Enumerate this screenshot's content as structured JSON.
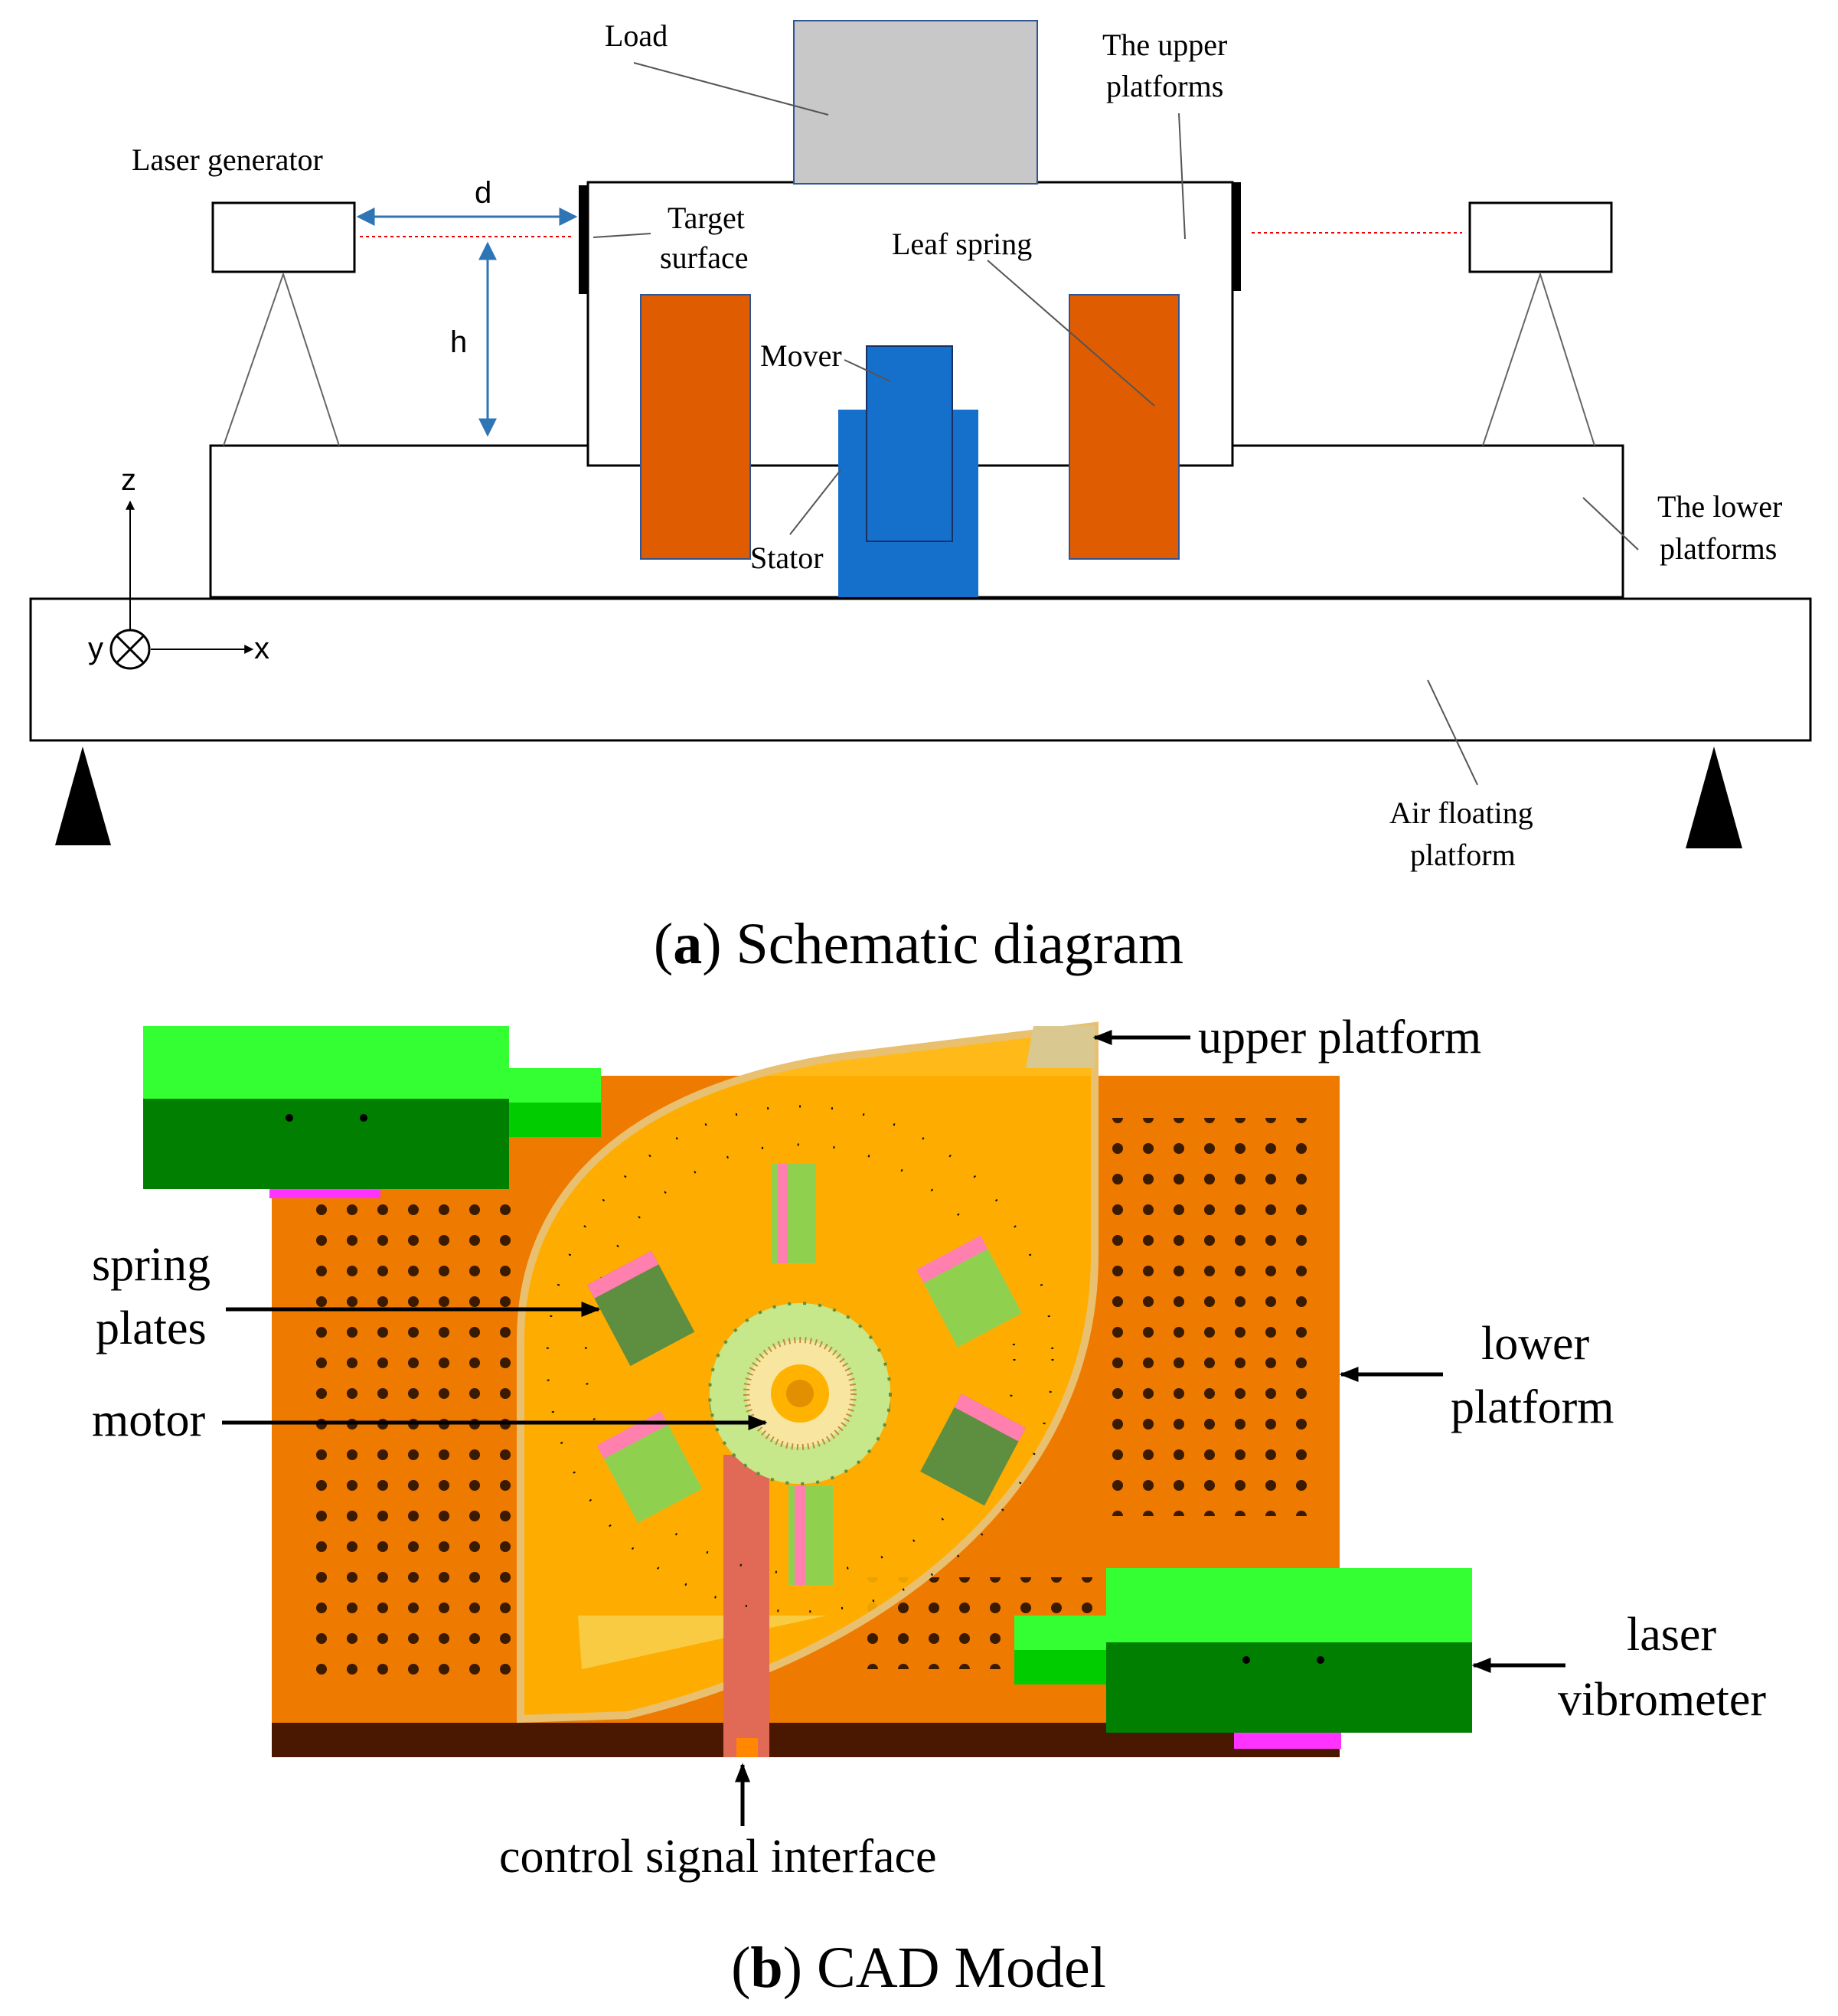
{
  "schematic": {
    "labels": {
      "load": "Load",
      "upper_platforms_1": "The upper",
      "upper_platforms_2": "platforms",
      "laser_generator": "Laser generator",
      "d": "d",
      "h": "h",
      "target_1": "Target",
      "target_2": "surface",
      "leaf_spring": "Leaf spring",
      "mover": "Mover",
      "stator": "Stator",
      "lower_platforms_1": "The lower",
      "lower_platforms_2": "platforms",
      "z": "z",
      "y": "y",
      "x": "x",
      "air_1": "Air floating",
      "air_2": "platform"
    },
    "caption_letter": "a",
    "caption_text": "Schematic diagram"
  },
  "cad": {
    "labels": {
      "upper_platform": "upper platform",
      "spring_1": "spring",
      "spring_2": "plates",
      "motor": "motor",
      "lower_1": "lower",
      "lower_2": "platform",
      "laser_1": "laser",
      "laser_2": "vibrometer",
      "control": "control signal  interface"
    },
    "caption_letter": "b",
    "caption_text": "CAD Model"
  },
  "colors": {
    "spring_orange": "#E05C00",
    "motor_blue": "#1570CC",
    "load_gray": "#C8C8C8",
    "cad_orange": "#EE7A00",
    "cad_yellow": "#FFB300",
    "laser_green": "#00BB00",
    "laser_light": "#33FF33"
  }
}
